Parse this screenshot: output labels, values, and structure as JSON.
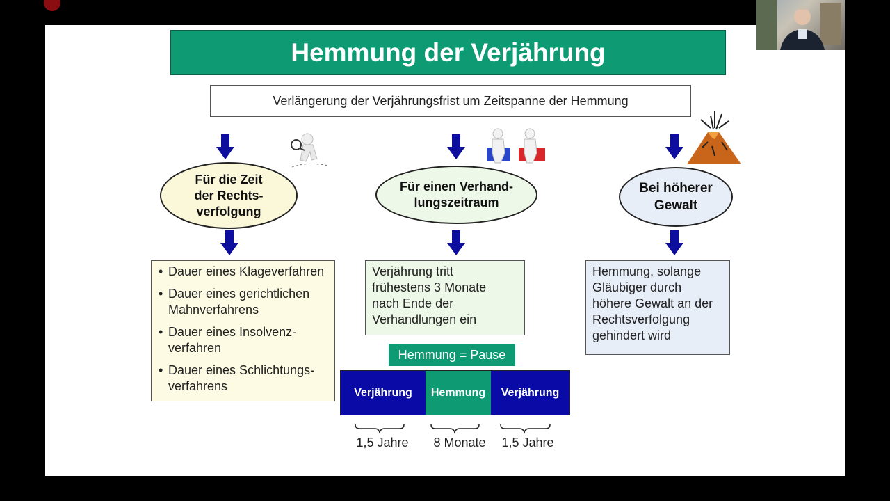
{
  "title": "Hemmung der Verjährung",
  "subtitle": "Verlängerung der Verjährungsfrist um Zeitspanne der Hemmung",
  "columns": [
    {
      "heading": [
        "Für die Zeit",
        "der Rechts-",
        "verfolgung"
      ],
      "icon": "magnifier-figure-icon"
    },
    {
      "heading": [
        "Für einen Verhand-",
        "lungszeitraum"
      ],
      "icon": "meeting-figures-icon"
    },
    {
      "heading": [
        "Bei höherer",
        "Gewalt"
      ],
      "icon": "volcano-icon"
    }
  ],
  "left_list": [
    [
      "Dauer eines Klageverfahren"
    ],
    [
      "Dauer eines gerichtlichen",
      "Mahnverfahrens"
    ],
    [
      "Dauer eines Insolvenz-",
      "verfahren"
    ],
    [
      "Dauer eines Schlichtungs-",
      "verfahrens"
    ]
  ],
  "middle_text": [
    "Verjährung tritt",
    "frühestens 3 Monate",
    "nach Ende der",
    "Verhandlungen ein"
  ],
  "right_text": [
    "Hemmung, solange",
    "Gläubiger durch",
    "höhere Gewalt an der",
    "Rechtsverfolgung",
    "gehindert wird"
  ],
  "pause_label": "Hemmung = Pause",
  "timeline": {
    "segments": [
      "Verjährung",
      "Hemmung",
      "Verjährung"
    ],
    "durations": [
      "1,5 Jahre",
      "8 Monate",
      "1,5 Jahre"
    ]
  },
  "colors": {
    "green": "#0e9a73",
    "blue": "#0a0aa6",
    "arrow": "#0d0d9e"
  }
}
